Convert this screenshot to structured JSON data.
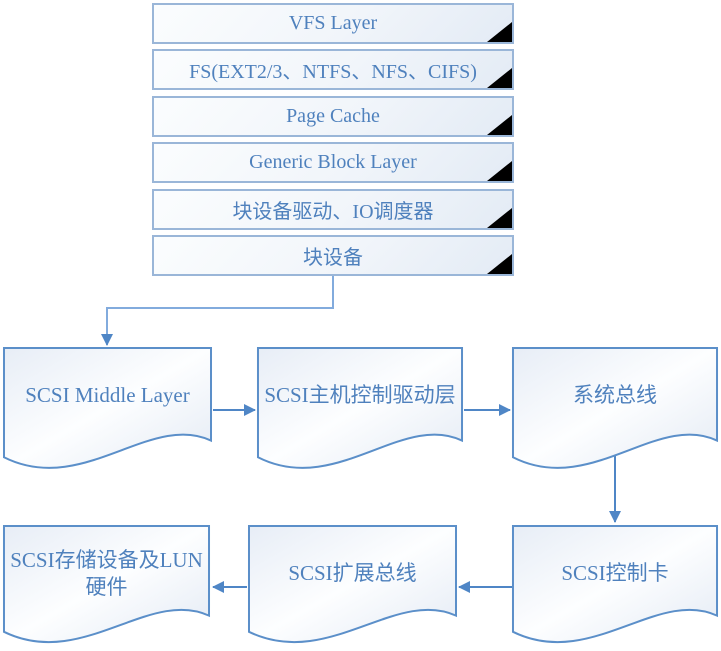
{
  "diagram": {
    "stack_boxes": [
      {
        "label": "VFS Layer"
      },
      {
        "label": "FS(EXT2/3、NTFS、NFS、CIFS)"
      },
      {
        "label": "Page Cache"
      },
      {
        "label": "Generic Block Layer"
      },
      {
        "label": "块设备驱动、IO调度器"
      },
      {
        "label": "块设备"
      }
    ],
    "flow_shapes": [
      {
        "label": "SCSI Middle Layer"
      },
      {
        "label": "SCSI主机控制驱动层"
      },
      {
        "label": "系统总线"
      },
      {
        "label": "SCSI存储设备及LUN硬件"
      },
      {
        "label": "SCSI扩展总线"
      },
      {
        "label": "SCSI控制卡"
      }
    ],
    "edges": [
      {
        "from": "块设备",
        "to": "SCSI Middle Layer"
      },
      {
        "from": "SCSI Middle Layer",
        "to": "SCSI主机控制驱动层"
      },
      {
        "from": "SCSI主机控制驱动层",
        "to": "系统总线"
      },
      {
        "from": "系统总线",
        "to": "SCSI控制卡"
      },
      {
        "from": "SCSI控制卡",
        "to": "SCSI扩展总线"
      },
      {
        "from": "SCSI扩展总线",
        "to": "SCSI存储设备及LUN硬件"
      }
    ],
    "colors": {
      "box_border": "#9ab6d8",
      "shape_border": "#5b8fc9",
      "label_text": "#4f81bd",
      "connector": "#4f86c6",
      "elbow_connector": "#82abdd",
      "fold_corner": "#000000"
    }
  }
}
